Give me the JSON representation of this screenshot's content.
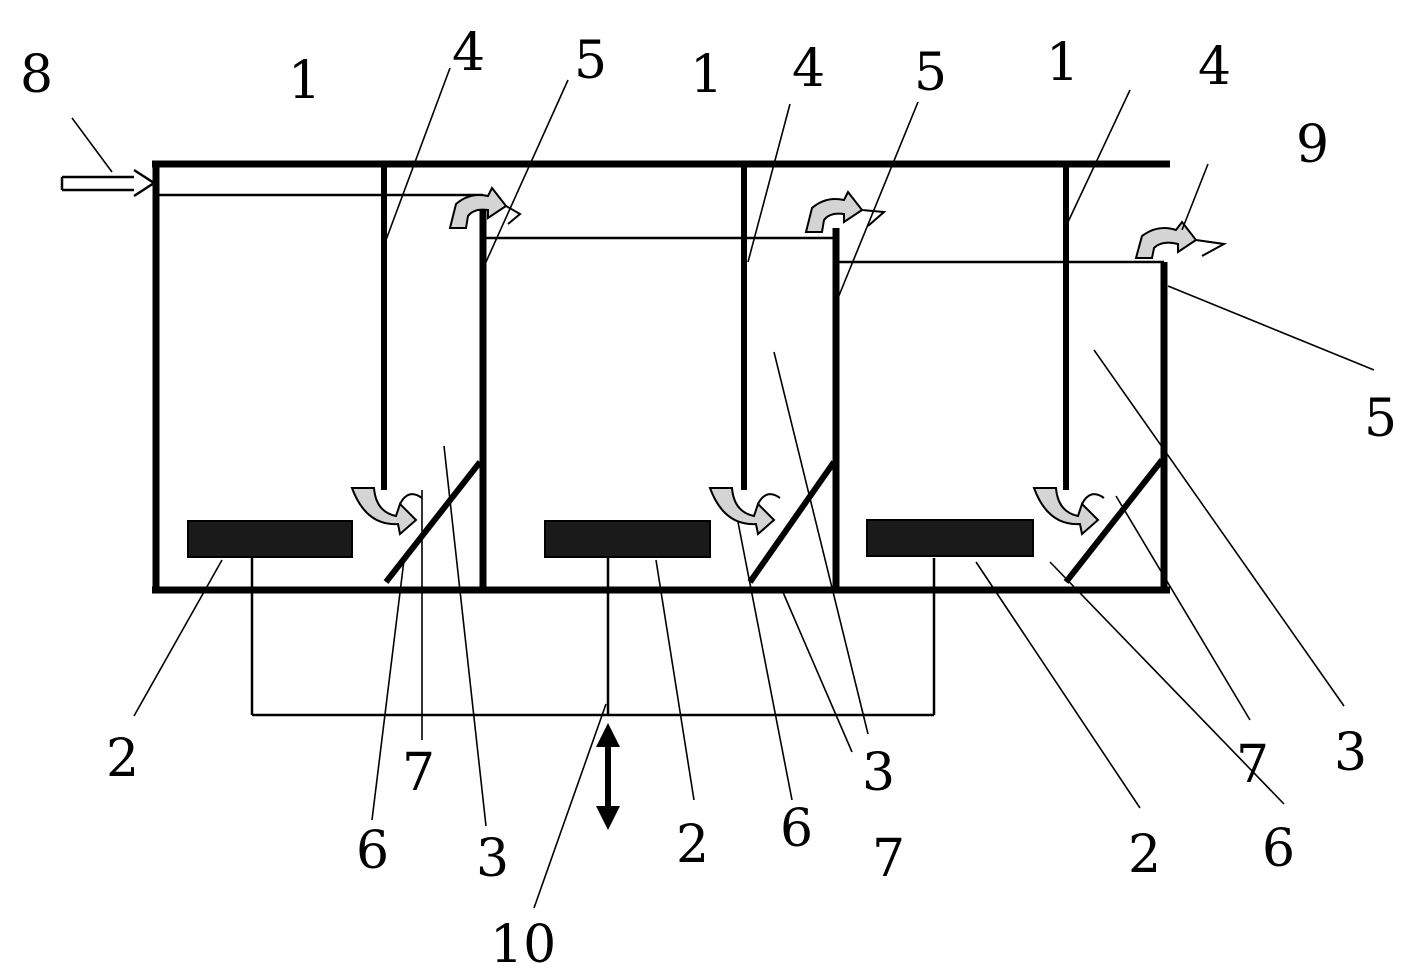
{
  "diagram": {
    "labels": {
      "inlet": "8",
      "tank_left": "1",
      "tank_mid": "1",
      "tank_right": "1",
      "pipe_left": "4",
      "pipe_mid": "4",
      "pipe_right": "4",
      "wall_left": "5",
      "wall_mid": "5",
      "wall_right": "5",
      "outlet": "9",
      "aerator_left": "2",
      "aerator_mid": "2",
      "aerator_right": "2",
      "zone_left": "3",
      "zone_mid": "3",
      "zone_right": "3",
      "baffle_left": "6",
      "baffle_mid": "6",
      "baffle_right": "6",
      "flow_left": "7",
      "flow_mid": "7",
      "flow_right": "7",
      "air_main": "10"
    }
  }
}
